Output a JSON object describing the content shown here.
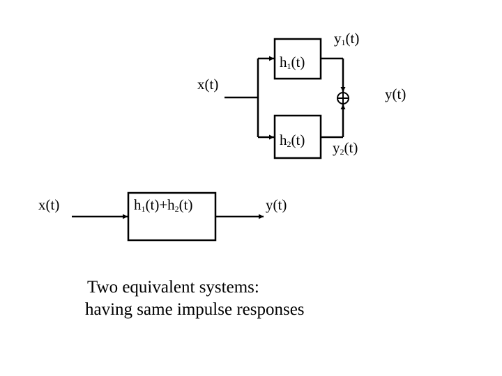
{
  "parallel_system": {
    "input_label": "x(t)",
    "block_top": {
      "base": "h",
      "sub": "1",
      "suffix": "(t)"
    },
    "block_bottom": {
      "base": "h",
      "sub": "2",
      "suffix": "(t)"
    },
    "output_top": {
      "base": "y",
      "sub": "1",
      "suffix": "(t)"
    },
    "output_bottom": {
      "base": "y",
      "sub": "2",
      "suffix": "(t)"
    },
    "sum_output_label": "y(t)"
  },
  "combined_system": {
    "input_label": "x(t)",
    "block": {
      "base1": "h",
      "sub1": "1",
      "mid": "(t)+h",
      "sub2": "2",
      "suffix": "(t)"
    },
    "output_label": "y(t)"
  },
  "caption": {
    "line1": "Two equivalent  systems:",
    "line2": "having same impulse responses"
  }
}
